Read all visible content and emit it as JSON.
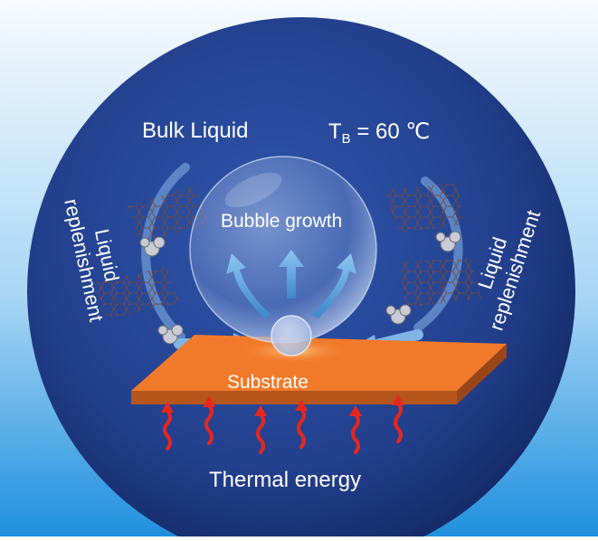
{
  "labels": {
    "bulk_liquid": "Bulk Liquid",
    "temperature_prefix": "T",
    "temperature_subscript": "B",
    "temperature_value": " = 60 ℃",
    "bubble_growth": "Bubble growth",
    "left_line1": "Liquid",
    "left_line2": "replenishment",
    "right_line1": "Liquid",
    "right_line2": "replenishment",
    "substrate": "Substrate",
    "thermal_energy": "Thermal energy"
  },
  "colors": {
    "circle_outer": "#14235e",
    "circle_inner": "#2d4fa3",
    "background_top": "#f7fbfe",
    "background_bottom": "#1f90de",
    "substrate_top": "#f17a2a",
    "substrate_side": "#b6551c",
    "heat_arrow": "#e8261b",
    "flow_arrow": "#5aa6e0"
  }
}
